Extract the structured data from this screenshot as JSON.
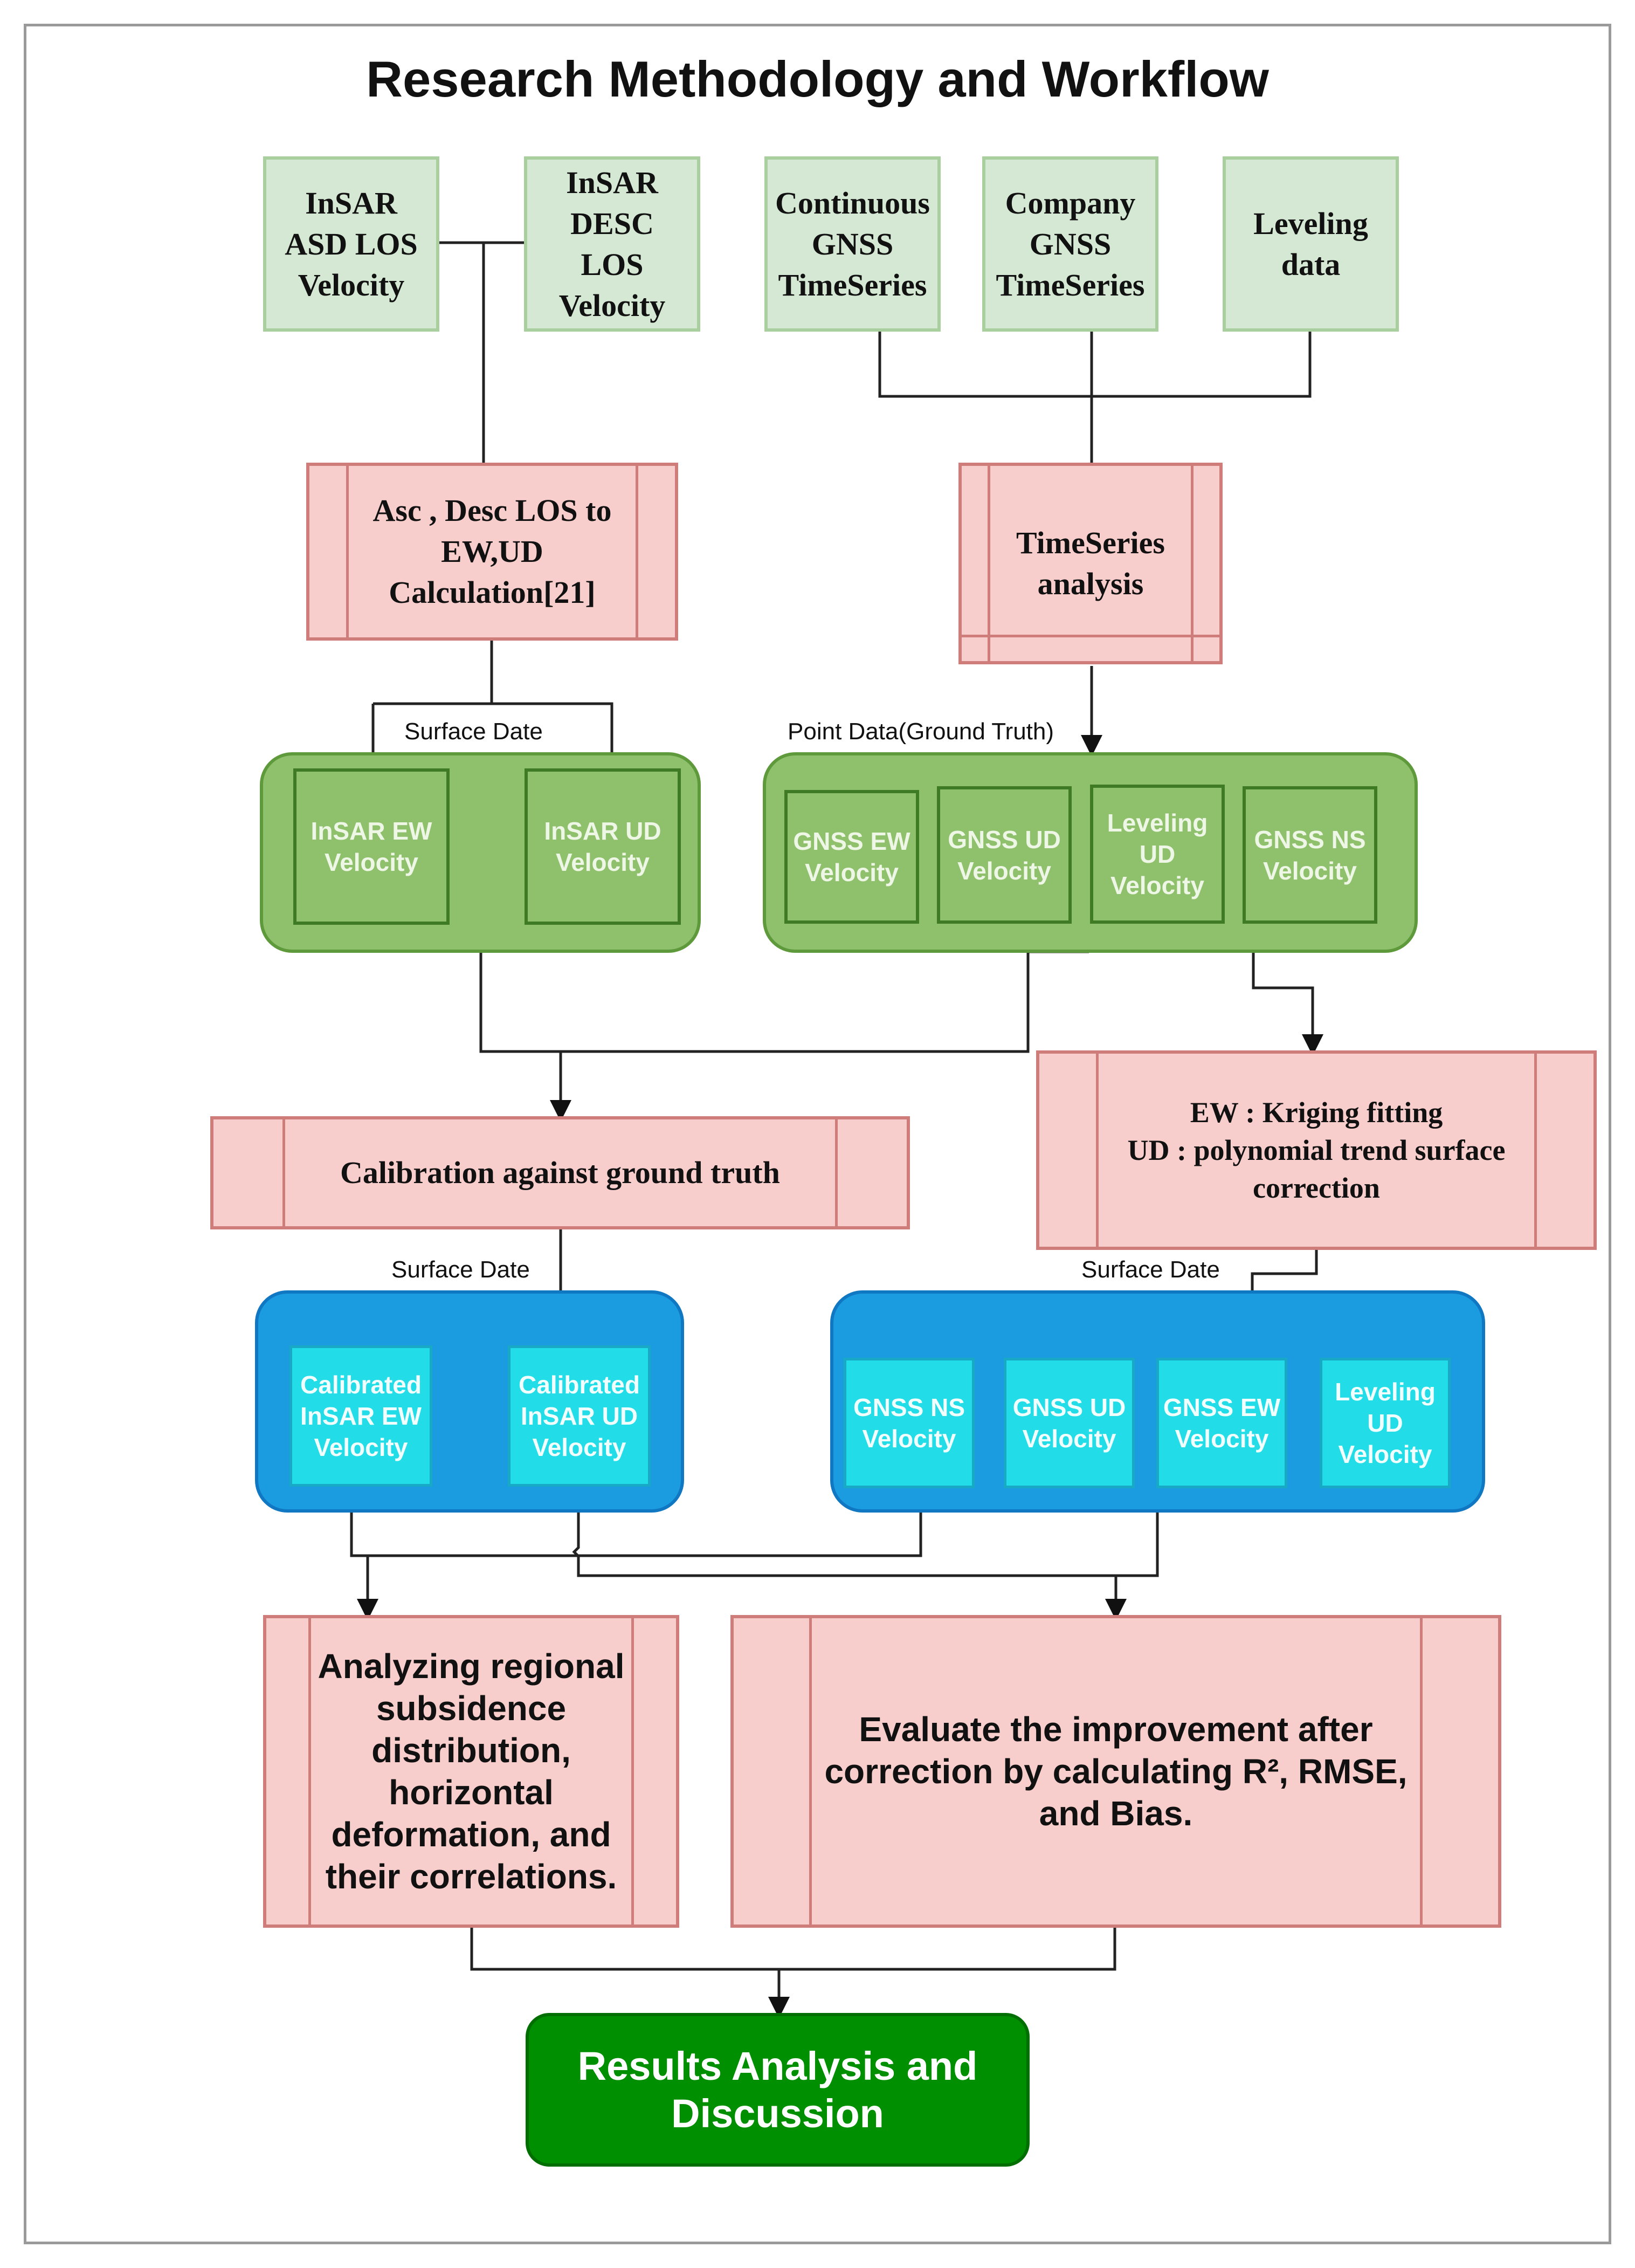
{
  "title": "Research Methodology and Workflow",
  "inputs": {
    "insar_asd": "InSAR\nASD LOS\nVelocity",
    "insar_desc": "InSAR\nDESC\nLOS\nVelocity",
    "cont_gnss": "Continuous\nGNSS\nTimeSeries",
    "company_gnss": "Company\nGNSS\nTimeSeries",
    "leveling": "Leveling\ndata"
  },
  "process": {
    "los_calc": "Asc , Desc LOS to\nEW,UD\nCalculation[21]",
    "timeseries": "TimeSeries\nanalysis",
    "calibration": "Calibration against ground truth",
    "kriging": "EW : Kriging fitting\nUD : polynomial trend surface\ncorrection",
    "analyzing": "Analyzing regional\nsubsidence\ndistribution,\nhorizontal\ndeformation, and\ntheir correlations.",
    "evaluate": "Evaluate the improvement after\ncorrection by calculating R², RMSE,\nand Bias."
  },
  "labels": {
    "surface_date_1": "Surface Date",
    "point_data": "Point Data(Ground Truth)",
    "surface_date_2": "Surface Date",
    "surface_date_3": "Surface Date"
  },
  "green_group_left": [
    "InSAR EW\nVelocity",
    "InSAR UD\nVelocity"
  ],
  "green_group_right": [
    "GNSS EW\nVelocity",
    "GNSS UD\nVelocity",
    "Leveling\nUD\nVelocity",
    "GNSS NS\nVelocity"
  ],
  "blue_group_left": [
    "Calibrated\nInSAR EW\nVelocity",
    "Calibrated\nInSAR UD\nVelocity"
  ],
  "blue_group_right": [
    "GNSS NS\nVelocity",
    "GNSS UD\nVelocity",
    "GNSS EW\nVelocity",
    "Leveling\nUD\nVelocity"
  ],
  "result": "Results Analysis and\nDiscussion",
  "colors": {
    "input_fill": "#d5e8d4",
    "process_fill": "#f8cecc",
    "green_group": "#8fc06c",
    "blue_group": "#1b9be0",
    "blue_item": "#22dde8",
    "result_fill": "#008f00"
  }
}
